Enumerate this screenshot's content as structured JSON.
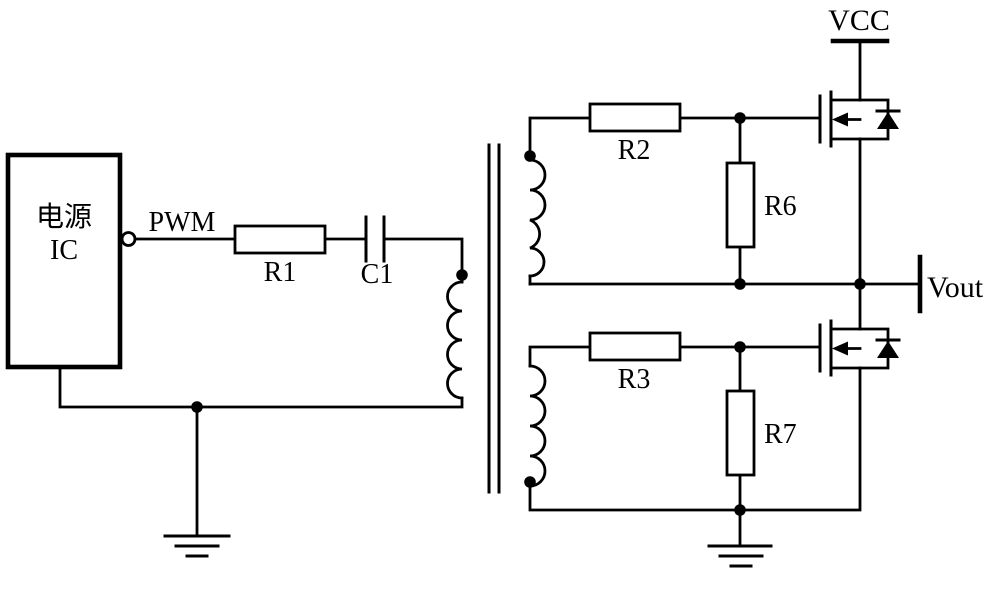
{
  "diagram": {
    "type": "circuit-schematic",
    "colors": {
      "line": "#000000",
      "background": "#ffffff"
    },
    "labels": {
      "ic_line1": "电源",
      "ic_line2": "IC",
      "pwm": "PWM",
      "r1": "R1",
      "c1": "C1",
      "r2": "R2",
      "r3": "R3",
      "r6": "R6",
      "r7": "R7",
      "vcc": "VCC",
      "vout": "Vout"
    }
  }
}
